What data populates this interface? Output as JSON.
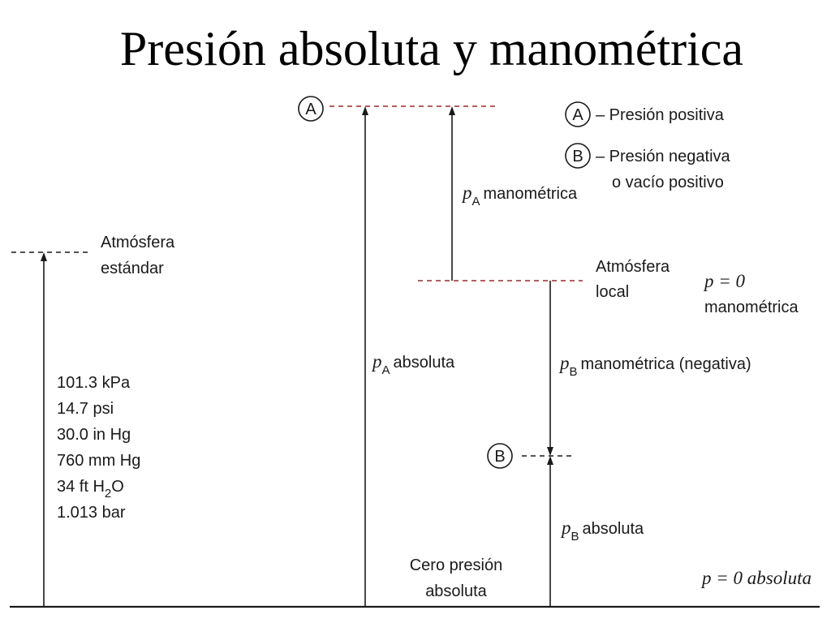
{
  "title": "Presión absoluta y manométrica",
  "legend": {
    "a_marker": "A",
    "a_text": "– Presión positiva",
    "b_marker": "B",
    "b_text_line1": "– Presión negativa",
    "b_text_line2": "o vacío positivo"
  },
  "points": {
    "a_marker": "A",
    "b_marker": "B"
  },
  "standard_atmosphere": {
    "line1": "Atmósfera",
    "line2": "estándar",
    "values": [
      "101.3 kPa",
      "14.7 psi",
      "30.0 in Hg",
      "760 mm Hg",
      "34 ft H",
      "1.013 bar"
    ],
    "h2o_sub": "2",
    "h2o_tail": "O"
  },
  "local_atmosphere": {
    "line1": "Atmósfera",
    "line2": "local"
  },
  "gauge_zero": {
    "line1": "p = 0",
    "line2": "manométrica"
  },
  "absolute_zero_right": "p = 0 absoluta",
  "absolute_zero_center": {
    "line1": "Cero presión",
    "line2": "absoluta"
  },
  "labels": {
    "p_symbol": "p",
    "sub_a": "A",
    "sub_b": "B",
    "pa_manometric": "manométrica",
    "pa_absolute": "absoluta",
    "pb_manometric": "manométrica (negativa)",
    "pb_absolute": "absoluta"
  }
}
